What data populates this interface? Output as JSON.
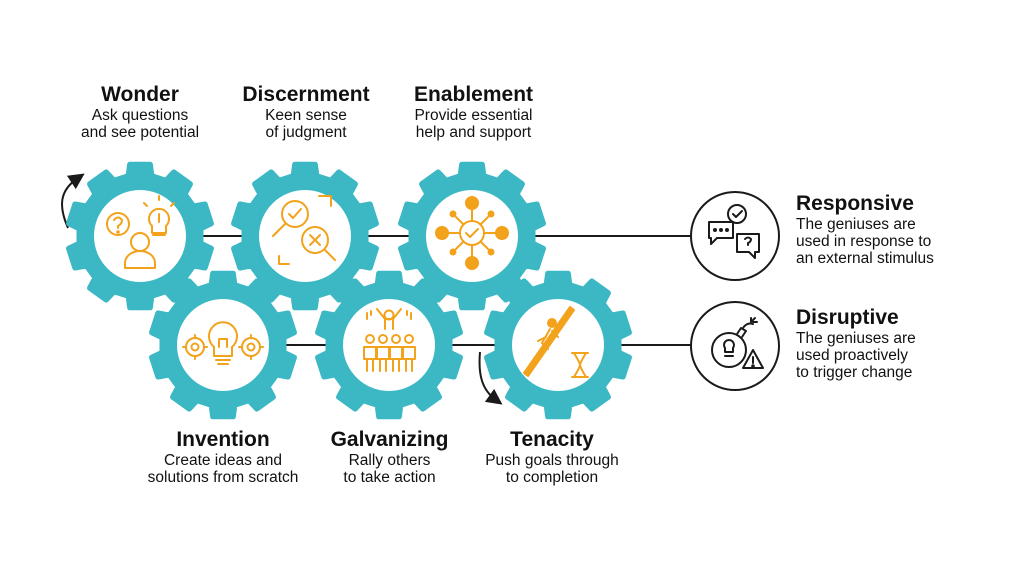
{
  "colors": {
    "gear": "#3bb8c4",
    "icon": "#f2a21b",
    "line": "#1a1a1a"
  },
  "geniuses": [
    {
      "title": "Wonder",
      "desc1": "Ask questions",
      "desc2": "and see potential",
      "icon": "question-bulb-person-icon"
    },
    {
      "title": "Discernment",
      "desc1": "Keen sense",
      "desc2": "of judgment",
      "icon": "magnifier-check-cross-icon"
    },
    {
      "title": "Enablement",
      "desc1": "Provide essential",
      "desc2": "help and support",
      "icon": "network-people-check-icon"
    },
    {
      "title": "Invention",
      "desc1": "Create ideas and",
      "desc2": "solutions from scratch",
      "icon": "bulb-gears-icon"
    },
    {
      "title": "Galvanizing",
      "desc1": "Rally others",
      "desc2": "to take action",
      "icon": "rally-people-icon"
    },
    {
      "title": "Tenacity",
      "desc1": "Push goals through",
      "desc2": "to completion",
      "icon": "climber-hourglass-icon"
    }
  ],
  "modes": [
    {
      "title": "Responsive",
      "desc1": "The geniuses are",
      "desc2": "used in response to",
      "desc3": "an external stimulus",
      "icon": "chat-check-question-icon"
    },
    {
      "title": "Disruptive",
      "desc1": "The geniuses are",
      "desc2": "used proactively",
      "desc3": "to trigger change",
      "icon": "bomb-bulb-warning-icon"
    }
  ]
}
